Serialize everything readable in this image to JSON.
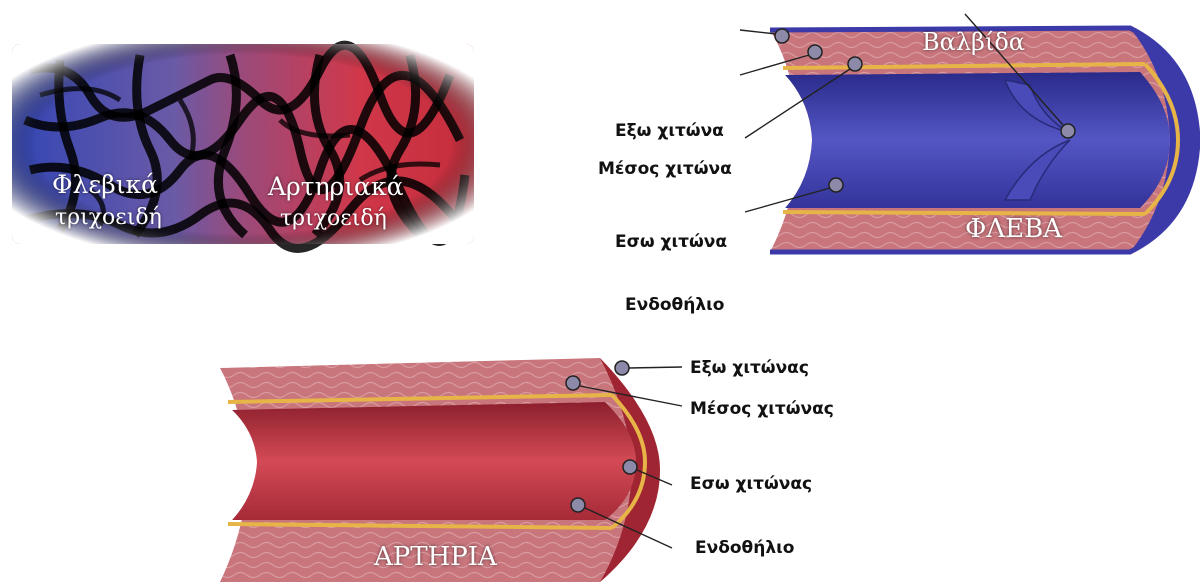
{
  "capillaries": {
    "venous_label": [
      "Φλεβικά",
      "τριχοειδή"
    ],
    "arterial_label": [
      "Αρτηριακά",
      "τριχοειδή"
    ]
  },
  "vein": {
    "title": "ΦΛΕΒΑ",
    "valve_label": "Βαλβίδα",
    "outer_label": "Εξω χιτώνα",
    "middle_label": "Μέσος χιτώνα",
    "inner_label": "Εσω χιτώνα",
    "endothelium_label": "Ενδοθήλιο"
  },
  "artery": {
    "title": "ΑΡΤΗΡΙΑ",
    "outer_label": "Εξω χιτώνας",
    "middle_label": "Μέσος χιτώνας",
    "inner_label": "Εσω χιτώνας",
    "endothelium_label": "Ενδοθήλιο"
  },
  "colors": {
    "vein_blue": "#3b3aa8",
    "artery_red": "#c8324a",
    "wall_pink": "#c97b82",
    "yellow_layer": "#e7b447"
  }
}
